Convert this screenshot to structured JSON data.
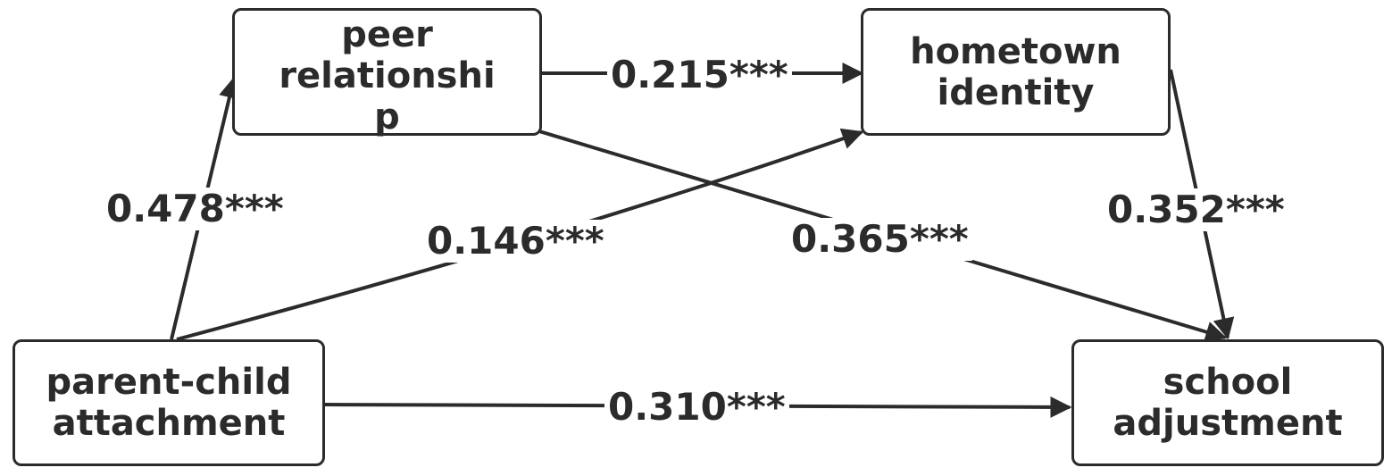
{
  "nodes": {
    "peer_relationship": [
      "peer",
      "relationshi",
      "p"
    ],
    "hometown_identity": [
      "hometown",
      "identity"
    ],
    "parent_child_attachment": [
      "parent-child",
      "attachment"
    ],
    "school_adjustment": [
      "school",
      "adjustment"
    ]
  },
  "coefficients": {
    "parent_to_peer": "0.478***",
    "parent_to_hometown": "0.146***",
    "parent_to_school": "0.310***",
    "peer_to_hometown": "0.215***",
    "peer_to_school": "0.365***",
    "hometown_to_school": "0.352***"
  },
  "colors": {
    "line": "#2b2b2b",
    "background": "#ffffff"
  }
}
